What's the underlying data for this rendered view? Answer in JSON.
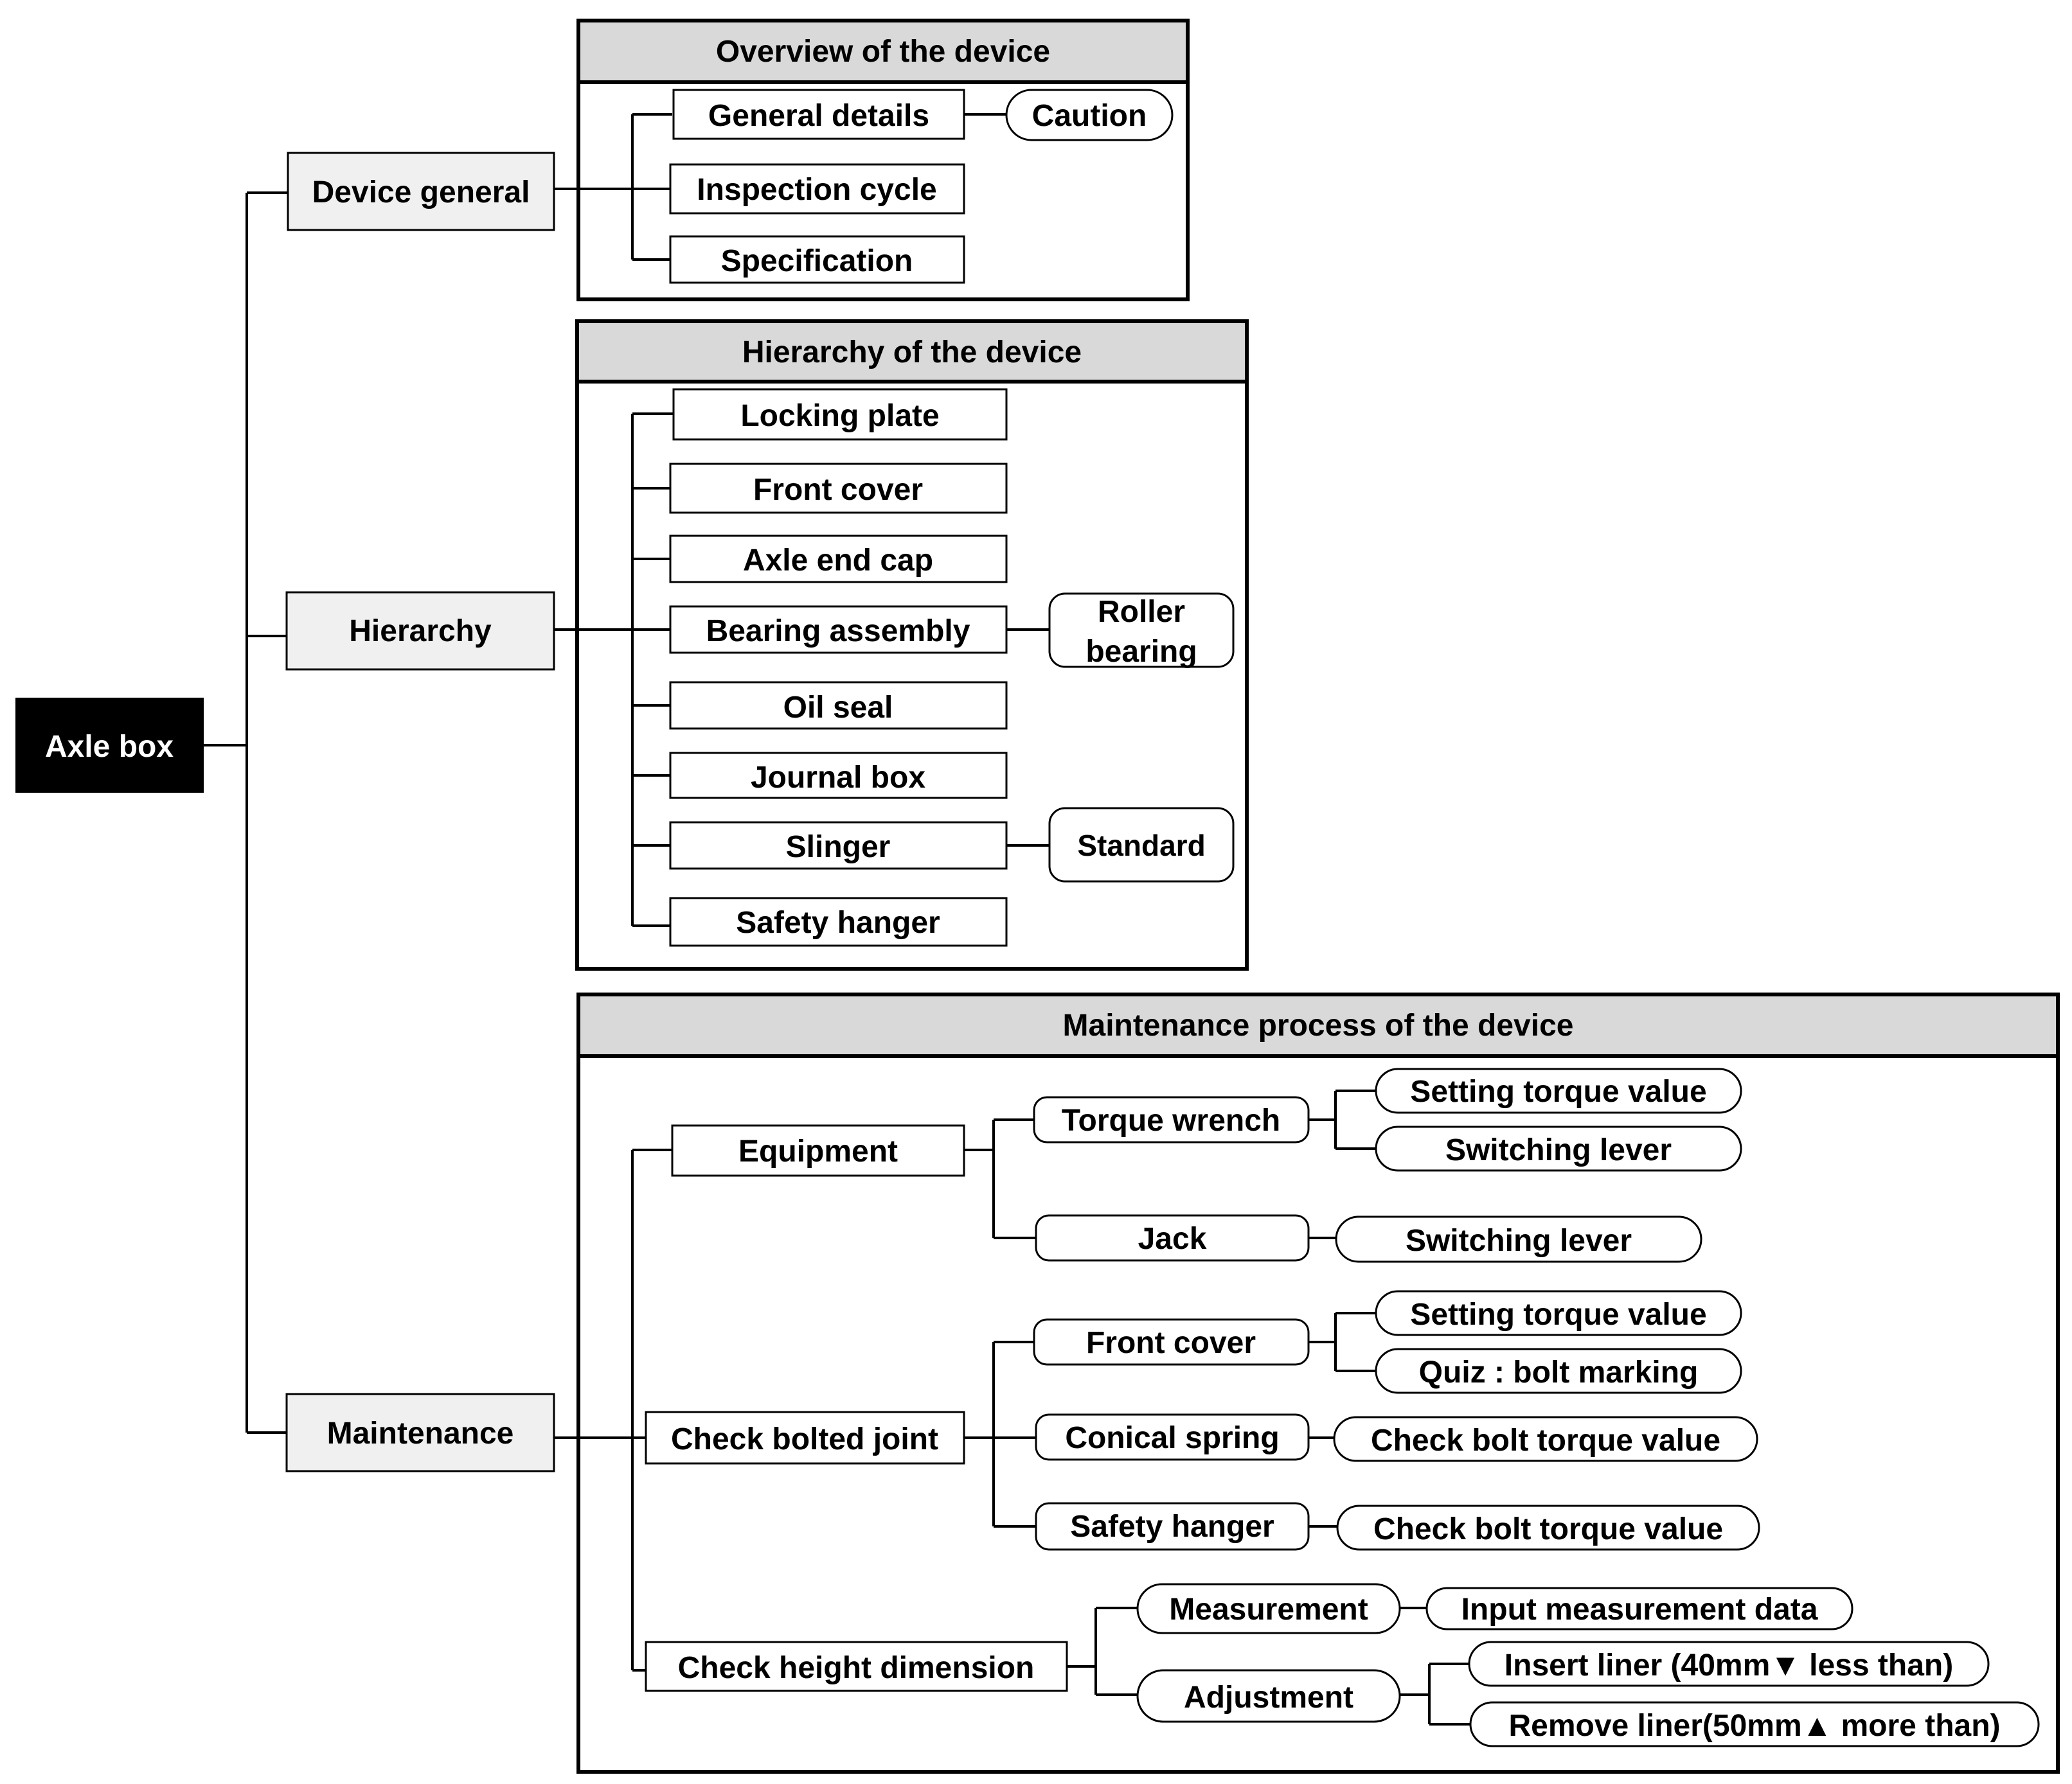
{
  "root": {
    "label": "Axle box"
  },
  "branches": {
    "device_general": "Device general",
    "hierarchy": "Hierarchy",
    "maintenance": "Maintenance"
  },
  "overview": {
    "title": "Overview of the device",
    "general_details": "General details",
    "caution": "Caution",
    "inspection_cycle": "Inspection cycle",
    "specification": "Specification"
  },
  "hierarchy_panel": {
    "title": "Hierarchy of the device",
    "locking_plate": "Locking plate",
    "front_cover": "Front cover",
    "axle_end_cap": "Axle end cap",
    "bearing_assembly": "Bearing assembly",
    "roller_bearing_1": "Roller",
    "roller_bearing_2": "bearing",
    "oil_seal": "Oil seal",
    "journal_box": "Journal box",
    "slinger": "Slinger",
    "standard": "Standard",
    "safety_hanger": "Safety hanger"
  },
  "maintenance_panel": {
    "title": "Maintenance process of the device",
    "equipment": "Equipment",
    "torque_wrench": "Torque wrench",
    "tw_setting_torque": "Setting torque value",
    "tw_switching_lever": "Switching lever",
    "jack": "Jack",
    "jack_switching_lever": "Switching lever",
    "check_bolted_joint": "Check bolted joint",
    "front_cover": "Front cover",
    "fc_setting_torque": "Setting torque value",
    "fc_quiz": "Quiz : bolt marking",
    "conical_spring": "Conical spring",
    "cs_check_bolt": "Check bolt torque value",
    "safety_hanger": "Safety hanger",
    "sh_check_bolt": "Check bolt torque value",
    "check_height": "Check height dimension",
    "measurement": "Measurement",
    "input_measurement": "Input measurement data",
    "adjustment": "Adjustment",
    "insert_liner": "Insert liner (40mm▼  less than)",
    "remove_liner": "Remove liner(50mm▲  more than)"
  }
}
